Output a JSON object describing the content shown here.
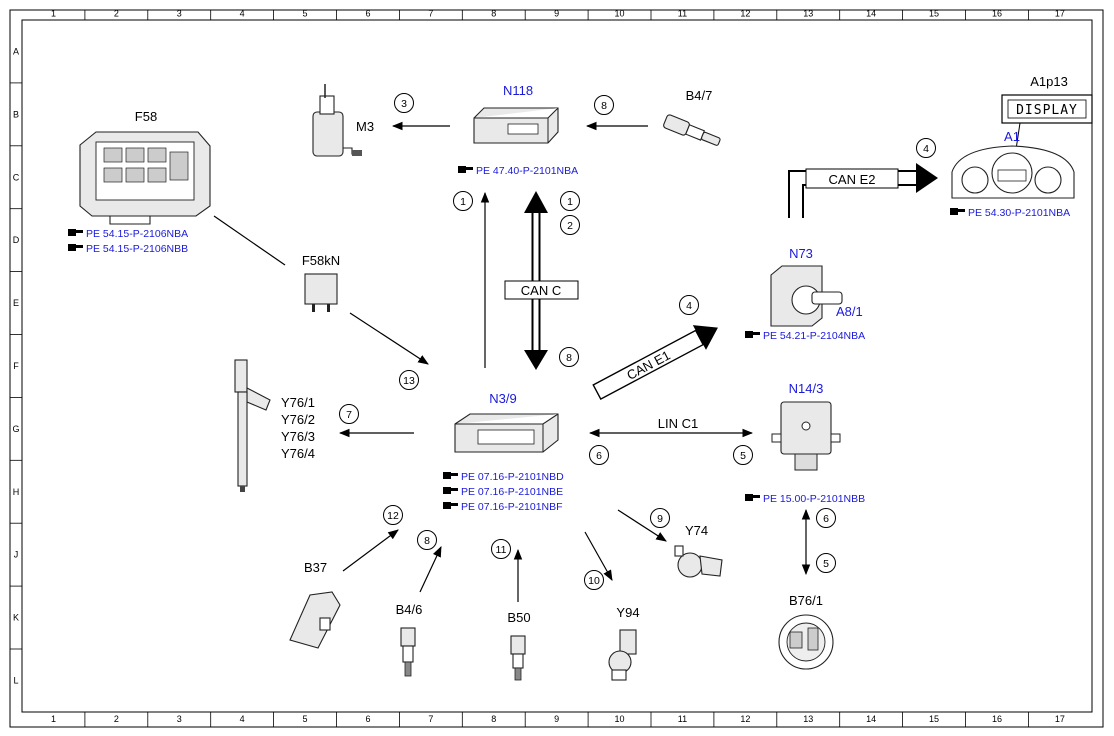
{
  "grid": {
    "columns": [
      "1",
      "2",
      "3",
      "4",
      "5",
      "6",
      "7",
      "8",
      "9",
      "10",
      "11",
      "12",
      "13",
      "14",
      "15",
      "16",
      "17"
    ],
    "rows": [
      "A",
      "B",
      "C",
      "D",
      "E",
      "F",
      "G",
      "H",
      "J",
      "K",
      "L"
    ]
  },
  "colors": {
    "reference": "#1a1adb",
    "line": "#000000"
  },
  "components": {
    "n118": "N118",
    "m3": "M3",
    "b47": "B4/7",
    "f58": "F58",
    "f58kn": "F58kN",
    "a1p13": "A1p13",
    "display_text": "DISPLAY",
    "a1": "A1",
    "n73": "N73",
    "a81": "A8/1",
    "n143": "N14/3",
    "n39": "N3/9",
    "y76": [
      "Y76/1",
      "Y76/2",
      "Y76/3",
      "Y76/4"
    ],
    "y74": "Y74",
    "b37": "B37",
    "b46": "B4/6",
    "b50": "B50",
    "y94": "Y94",
    "b761": "B76/1"
  },
  "buses": {
    "can_c": "CAN C",
    "can_e1": "CAN E1",
    "can_e2": "CAN E2",
    "lin_c1": "LIN C1"
  },
  "references": {
    "n118": "PE 47.40-P-2101NBA",
    "f58": [
      "PE 54.15-P-2106NBA",
      "PE 54.15-P-2106NBB"
    ],
    "a1": "PE 54.30-P-2101NBA",
    "n73": "PE 54.21-P-2104NBA",
    "n39": [
      "PE 07.16-P-2101NBD",
      "PE 07.16-P-2101NBE",
      "PE 07.16-P-2101NBF"
    ],
    "n143": "PE 15.00-P-2101NBB"
  },
  "signals": {
    "s3": "3",
    "s8a": "8",
    "s4a": "4",
    "s1a": "1",
    "s1b": "1",
    "s2": "2",
    "s8b": "8",
    "s4b": "4",
    "s13": "13",
    "s7": "7",
    "s6a": "6",
    "s5a": "5",
    "s12": "12",
    "s8c": "8",
    "s11": "11",
    "s10": "10",
    "s9": "9",
    "s6b": "6",
    "s5b": "5"
  }
}
